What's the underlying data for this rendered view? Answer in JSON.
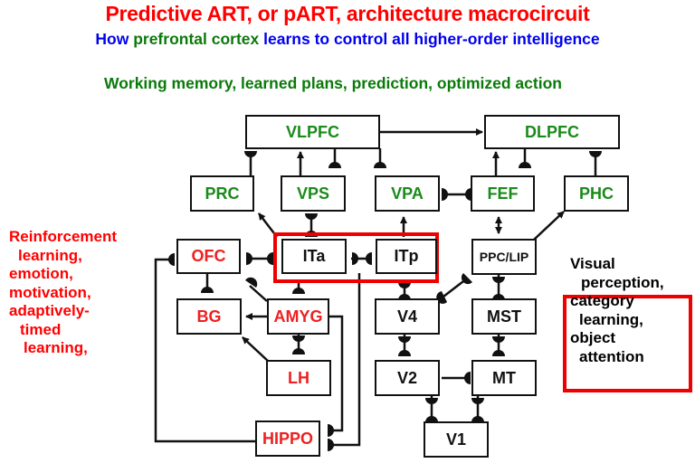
{
  "header": {
    "title": "Predictive ART, or pART, architecture macrocircuit",
    "subtitle_part1": "How",
    "subtitle_part2": "prefrontal cortex",
    "subtitle_part3": "learns to control all higher-order intelligence",
    "working_memory": "Working memory, learned plans,  prediction, optimized action"
  },
  "left_note": {
    "lines": [
      "Reinforcement",
      "learning,",
      "emotion,",
      "motivation,",
      "adaptively-",
      "timed",
      "learning,"
    ]
  },
  "right_note": {
    "lines": [
      "Visual",
      "perception,",
      "category",
      "learning,",
      "object",
      "attention"
    ]
  },
  "nodes": {
    "vlpfc": "VLPFC",
    "dlpfc": "DLPFC",
    "prc": "PRC",
    "vps": "VPS",
    "vpa": "VPA",
    "fef": "FEF",
    "phc": "PHC",
    "ofc": "OFC",
    "ita": "ITa",
    "itp": "ITp",
    "ppc_lip": "PPC/LIP",
    "bg": "BG",
    "amyg": "AMYG",
    "v4": "V4",
    "mst": "MST",
    "lh": "LH",
    "v2": "V2",
    "mt": "MT",
    "hippo": "HIPPO",
    "v1": "V1"
  },
  "colors": {
    "title": "#ff0000",
    "subtitle_blue": "#0000ee",
    "pfc_green": "#1a8a1a",
    "emotion_red": "#ee2020",
    "highlight_frame": "#ee0000"
  }
}
